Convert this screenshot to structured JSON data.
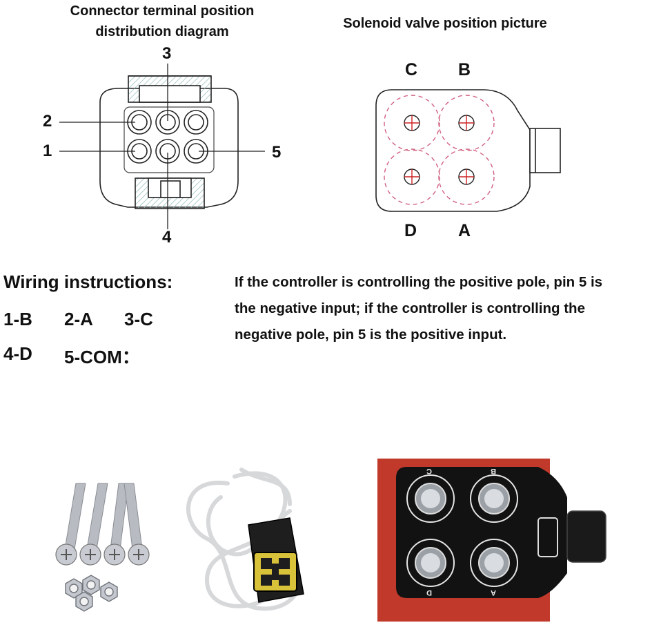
{
  "connector": {
    "title_line1": "Connector terminal position",
    "title_line2": "distribution diagram",
    "pins": {
      "p1": "1",
      "p2": "2",
      "p3": "3",
      "p4": "4",
      "p5": "5"
    }
  },
  "valve": {
    "title": "Solenoid valve position picture",
    "labels": {
      "c": "C",
      "b": "B",
      "d": "D",
      "a": "A"
    }
  },
  "wiring": {
    "heading": "Wiring instructions:",
    "row1": [
      "1-B",
      "2-A",
      "3-C"
    ],
    "row2": [
      "4-D",
      "5-COM："
    ],
    "note_line1": "If the controller is controlling the positive pole, pin 5 is",
    "note_line2": "the negative input; if the controller is controlling the",
    "note_line3": "negative pole, pin 5 is the positive input."
  },
  "photo": {
    "block_labels": {
      "c": "C",
      "b": "B",
      "d": "D",
      "a": "A"
    }
  },
  "colors": {
    "valve_body": "#c0392b",
    "dashed_circle": "#d06080",
    "crosshair": "#cc2222",
    "hatch": "#8fb8b8"
  }
}
